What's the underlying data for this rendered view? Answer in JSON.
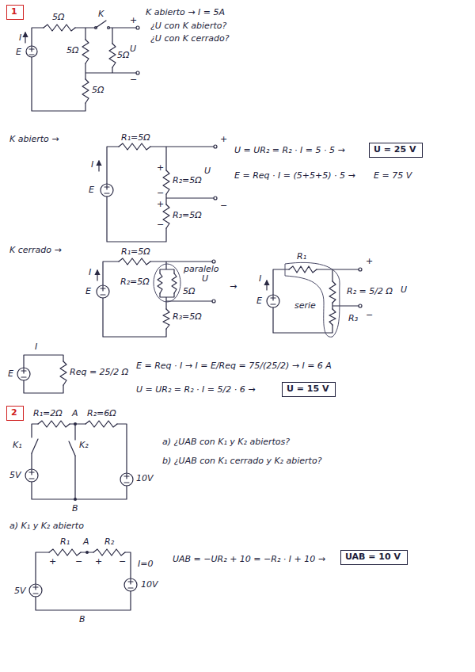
{
  "diagram": {
    "nodes": [
      {
        "text": [
          "1"
        ]
      },
      {
        "text": [
          "U = 25 V"
        ]
      },
      {
        "text": [
          "U = 15 V"
        ]
      },
      {
        "text": [
          "2"
        ]
      },
      {
        "text": [
          "UAB = 10 V"
        ]
      }
    ],
    "labels": [
      "5Ω",
      "I",
      "E",
      "5Ω",
      "K",
      "5Ω",
      "5Ω",
      "+",
      "U",
      "−",
      "K abierto → I = 5A",
      "¿U con K abierto?",
      "¿U con K cerrado?",
      "K abierto →",
      "R₁=5Ω",
      "I",
      "E",
      "+",
      "R₂=5Ω",
      "−",
      "U",
      "+",
      "−",
      "+",
      "R₃=5Ω",
      "−",
      "U = UR₂ = R₂ · I = 5 · 5 →",
      "E = Req · I = (5+5+5) · 5 →",
      "E = 75 V",
      "K cerrado →",
      "R₁=5Ω",
      "I",
      "E",
      "R₂=5Ω",
      "5Ω",
      "paralelo",
      "U",
      "R₃=5Ω",
      "→",
      "R₁",
      "I",
      "E",
      "R₂ = 5/2 Ω",
      "serie",
      "R₃",
      "U",
      "+",
      "−",
      "E",
      "I",
      "Req = 25/2 Ω",
      "E = Req · I → I = E/Req = 75/(25/2) → I = 6 A",
      "U = UR₂ = R₂ · I = 5/2 · 6 →",
      "R₁=2Ω",
      "A",
      "R₂=6Ω",
      "K₁",
      "K₂",
      "5V",
      "10V",
      "B",
      "a) ¿UAB con K₁ y K₂ abiertos?",
      "b) ¿UAB con K₁ cerrado y K₂ abierto?",
      "a) K₁ y K₂ abierto",
      "R₁",
      "A",
      "R₂",
      "+",
      "−",
      "+",
      "−",
      "I=0",
      "10V",
      "5V",
      "B",
      "UAB = −UR₂ + 10 = −R₂ · I + 10 →"
    ]
  }
}
